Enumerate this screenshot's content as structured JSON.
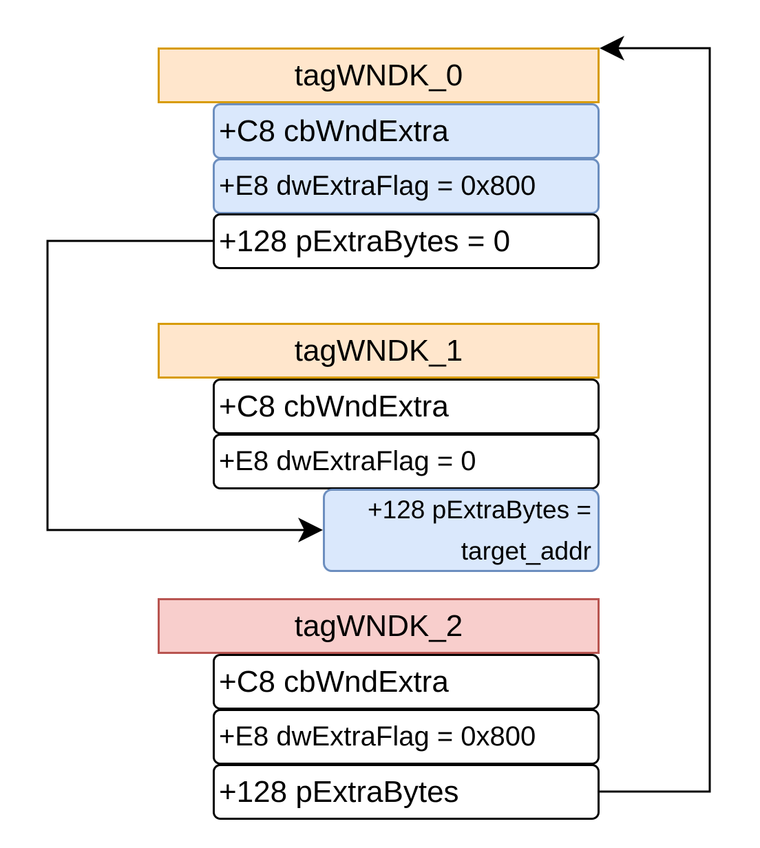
{
  "structures": [
    {
      "title": "tagWNDK_0",
      "fields": {
        "cb_wnd_extra": "+C8 cbWndExtra",
        "dw_extra_flag": "+E8 dwExtraFlag = 0x800",
        "p_extra_bytes": "+128 pExtraBytes = 0"
      }
    },
    {
      "title": "tagWNDK_1",
      "fields": {
        "cb_wnd_extra": "+C8 cbWndExtra",
        "dw_extra_flag": "+E8 dwExtraFlag = 0",
        "p_extra_bytes_line1": "+128 pExtraBytes =",
        "p_extra_bytes_line2": "target_addr"
      }
    },
    {
      "title": "tagWNDK_2",
      "fields": {
        "cb_wnd_extra": "+C8 cbWndExtra",
        "dw_extra_flag": "+E8 dwExtraFlag = 0x800",
        "p_extra_bytes": "+128 pExtraBytes"
      }
    }
  ],
  "connections": [
    {
      "from": "tagWNDK_0.pExtraBytes",
      "to": "tagWNDK_1.pExtraBytes"
    },
    {
      "from": "tagWNDK_2.pExtraBytes",
      "to": "tagWNDK_0"
    }
  ],
  "colors": {
    "header_fill": "#ffe6cc",
    "header_border": "#d79b00",
    "header_alert_fill": "#f8cecc",
    "header_alert_border": "#b85450",
    "highlight_fill": "#dae8fc",
    "highlight_border": "#6c8ebf",
    "line": "#000000"
  }
}
